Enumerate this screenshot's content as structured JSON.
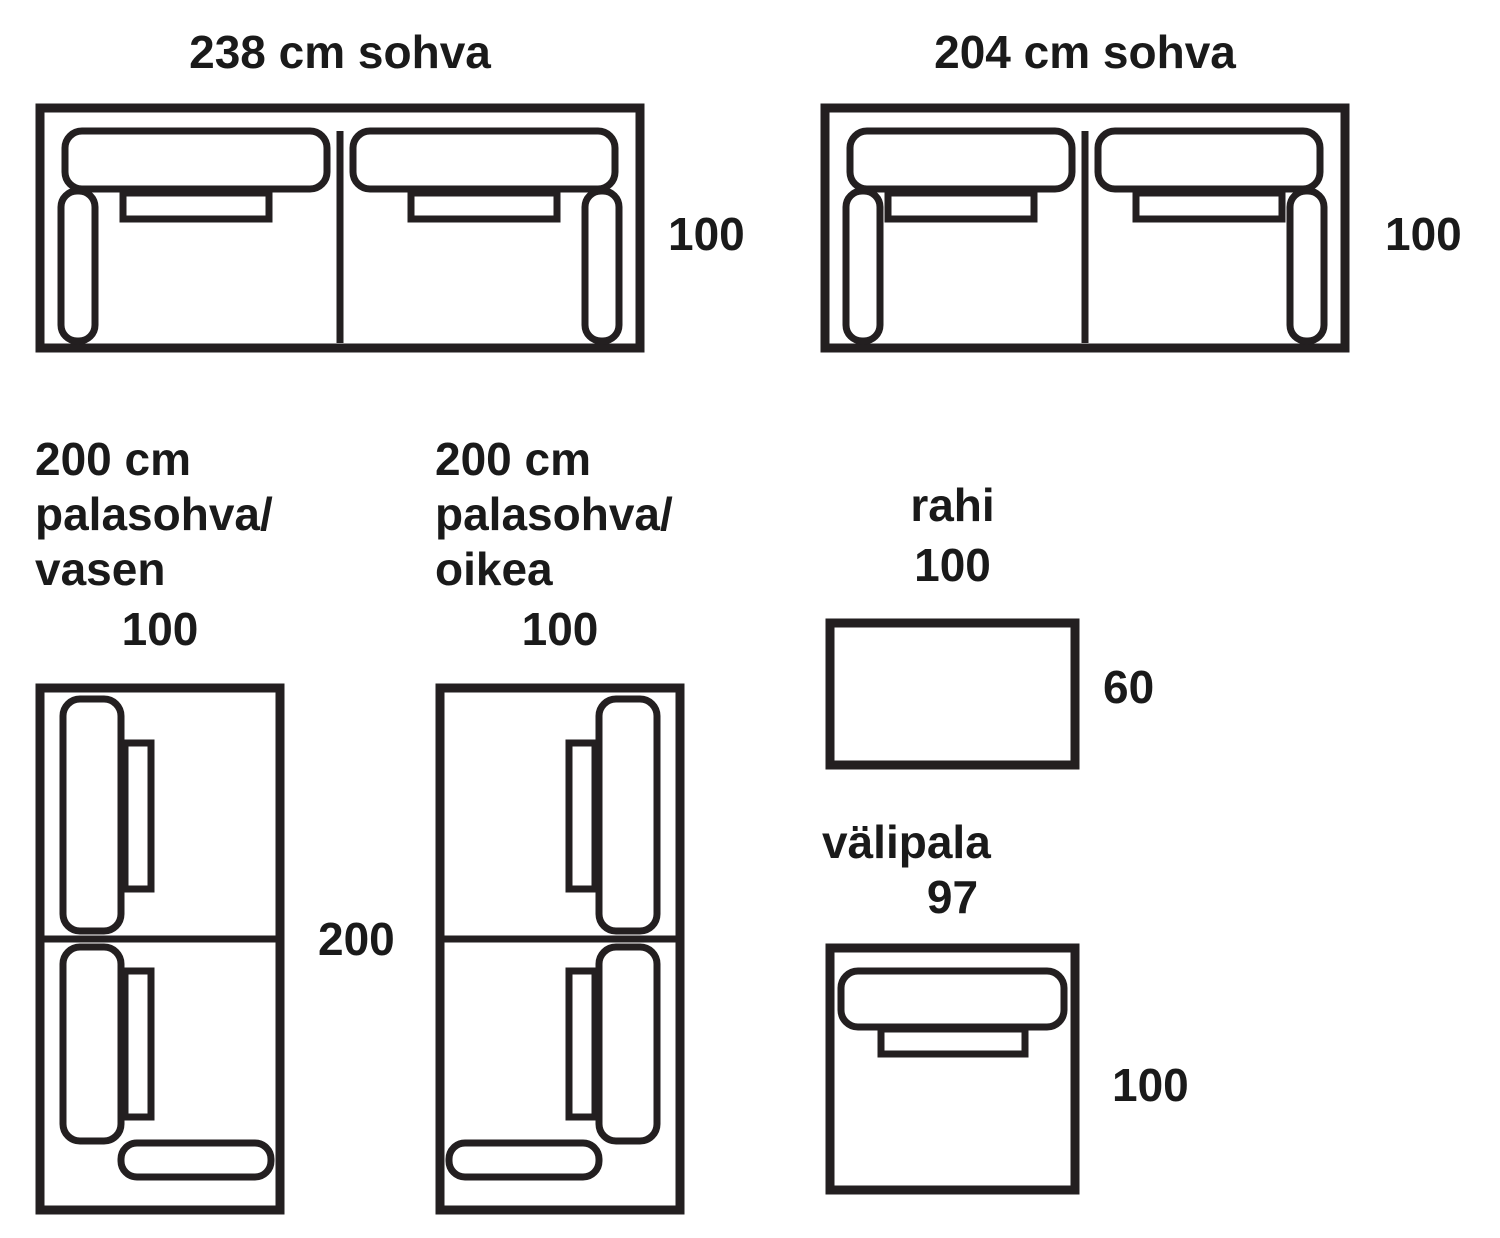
{
  "diagrams": {
    "sofa238": {
      "title": "238 cm sohva",
      "depth_label": "100"
    },
    "sofa204": {
      "title": "204 cm sohva",
      "depth_label": "100"
    },
    "palasohva_vasen": {
      "title_line1": "200 cm",
      "title_line2": "palasohva/",
      "title_line3": "vasen",
      "width_label": "100",
      "length_label": "200"
    },
    "palasohva_oikea": {
      "title_line1": "200 cm",
      "title_line2": "palasohva/",
      "title_line3": "oikea",
      "width_label": "100"
    },
    "rahi": {
      "title": "rahi",
      "width_label": "100",
      "depth_label": "60"
    },
    "valipala": {
      "title": "välipala",
      "width_label": "97",
      "depth_label": "100"
    }
  },
  "colors": {
    "line": "#231f20",
    "text": "#1a1a1a"
  }
}
